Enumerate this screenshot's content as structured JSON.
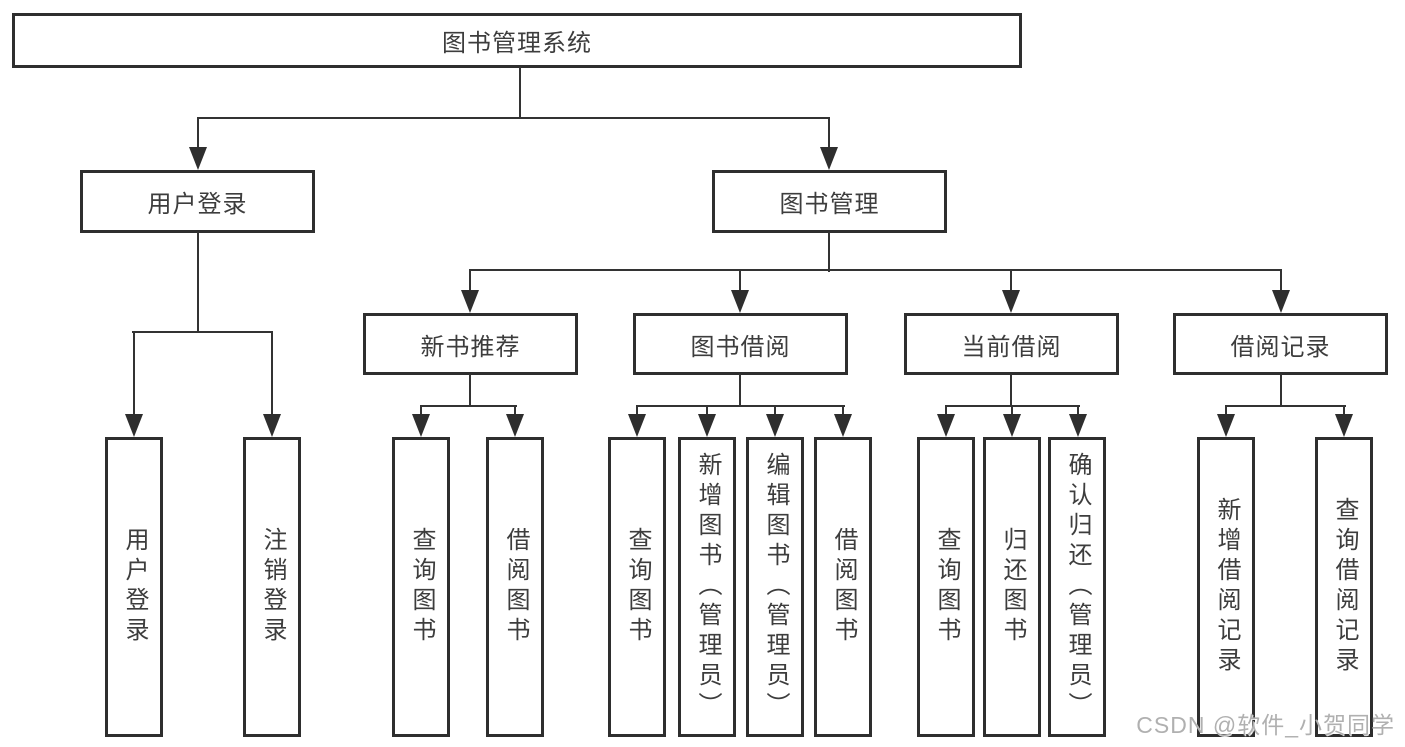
{
  "diagram": {
    "tree": {
      "label": "图书管理系统",
      "children": [
        {
          "label": "用户登录",
          "children": [
            "用户登录",
            "注销登录"
          ]
        },
        {
          "label": "图书管理",
          "children": [
            {
              "label": "新书推荐",
              "children": [
                "查询图书",
                "借阅图书"
              ]
            },
            {
              "label": "图书借阅",
              "children": [
                "查询图书",
                "新增图书（管理员）",
                "编辑图书（管理员）",
                "借阅图书"
              ]
            },
            {
              "label": "当前借阅",
              "children": [
                "查询图书",
                "归还图书",
                "确认归还（管理员）"
              ]
            },
            {
              "label": "借阅记录",
              "children": [
                "新增借阅记录",
                "查询借阅记录"
              ]
            }
          ]
        }
      ]
    },
    "colors": {
      "line": "#333333",
      "border": "#2e2e2e",
      "text": "#3d3d3d",
      "background": "#ffffff"
    }
  },
  "watermark": {
    "text": "CSDN @软件_小贺同学",
    "color": "#b0b0b0"
  }
}
